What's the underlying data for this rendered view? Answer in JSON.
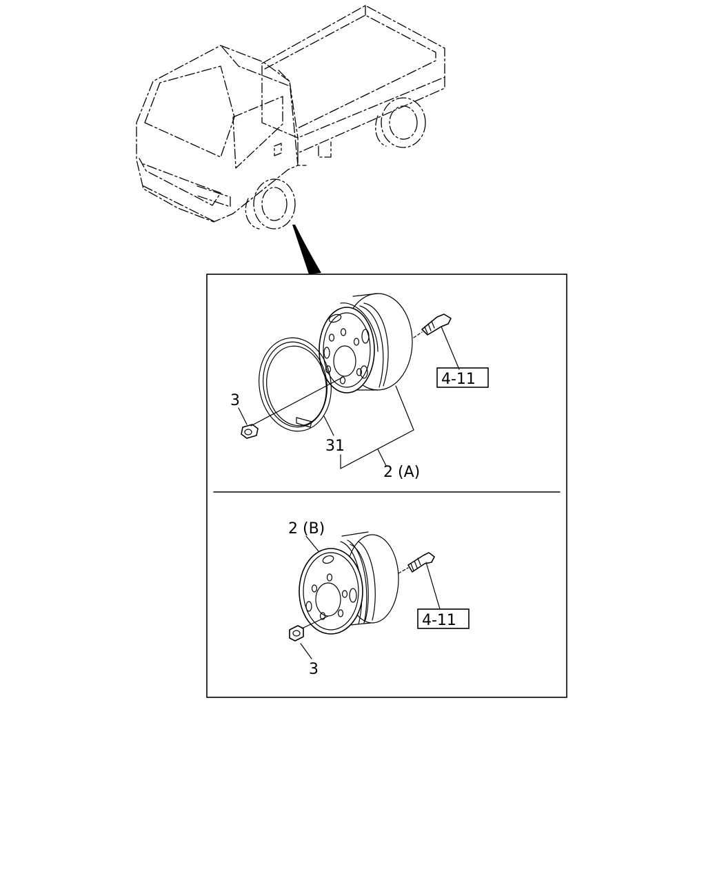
{
  "callouts": {
    "nut_upper": "3",
    "band_upper": "31",
    "wheel_upper": "2 (A)",
    "wheel_lower": "2 (B)",
    "nut_lower": "3"
  },
  "refboxes": {
    "upper": "4-11",
    "lower": "4-11"
  }
}
